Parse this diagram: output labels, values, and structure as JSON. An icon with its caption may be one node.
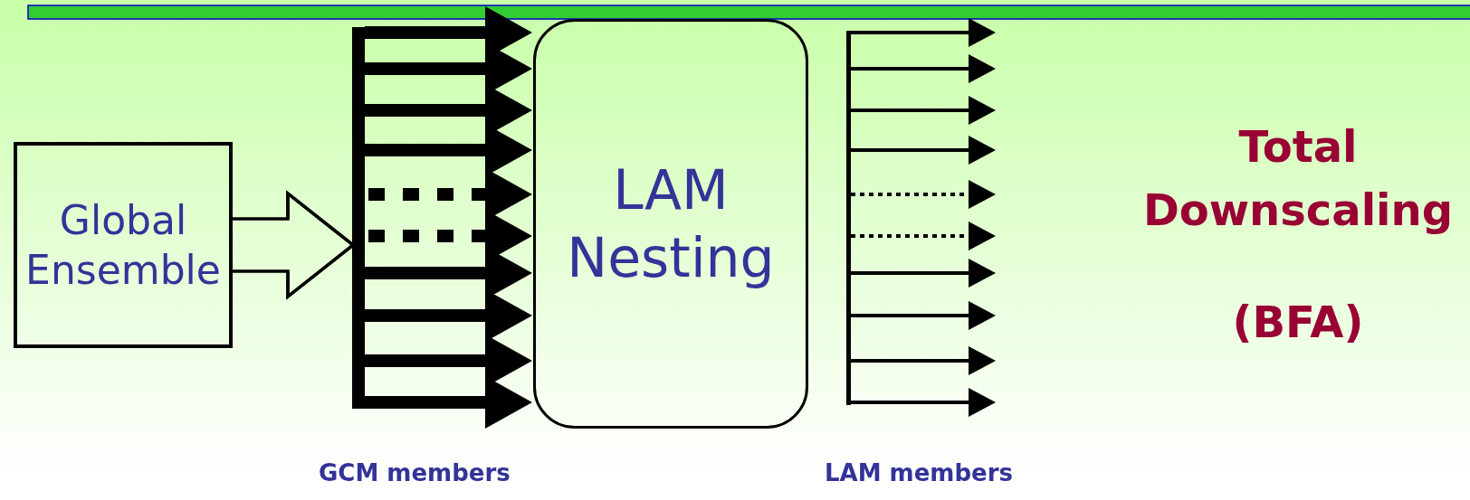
{
  "diagram": {
    "nodes": [
      {
        "text": [
          "Global Ensemble"
        ]
      },
      {
        "text": [],
        "shape": "bar",
        "beside": [
          "GCM members"
        ]
      },
      {
        "text": [
          "LAM Nesting"
        ]
      },
      {
        "text": [],
        "shape": "bar",
        "beside": [
          "LAM members"
        ]
      }
    ],
    "edges": [
      {
        "from": 0,
        "to": 1,
        "arrow": "to"
      },
      {
        "from": 1,
        "to": 2,
        "arrow": "to",
        "style": "thick"
      },
      {
        "from": 1,
        "to": 2,
        "arrow": "to",
        "style": "thick"
      },
      {
        "from": 1,
        "to": 2,
        "arrow": "to",
        "style": "thick"
      },
      {
        "from": 1,
        "to": 2,
        "arrow": "to",
        "style": "thick"
      },
      {
        "from": 1,
        "to": 2,
        "arrow": "to",
        "style": "dashed"
      },
      {
        "from": 1,
        "to": 2,
        "arrow": "to",
        "style": "dashed"
      },
      {
        "from": 1,
        "to": 2,
        "arrow": "to",
        "style": "thick"
      },
      {
        "from": 1,
        "to": 2,
        "arrow": "to",
        "style": "thick"
      },
      {
        "from": 1,
        "to": 2,
        "arrow": "to",
        "style": "thick"
      },
      {
        "from": 1,
        "to": 2,
        "arrow": "to",
        "style": "thick"
      },
      {
        "from": 3,
        "to": null,
        "arrow": "to"
      },
      {
        "from": 3,
        "to": null,
        "arrow": "to"
      },
      {
        "from": 3,
        "to": null,
        "arrow": "to"
      },
      {
        "from": 3,
        "to": null,
        "arrow": "to"
      },
      {
        "from": 3,
        "to": null,
        "arrow": "to",
        "style": "dashed"
      },
      {
        "from": 3,
        "to": null,
        "arrow": "to",
        "style": "dashed"
      },
      {
        "from": 3,
        "to": null,
        "arrow": "to"
      },
      {
        "from": 3,
        "to": null,
        "arrow": "to"
      },
      {
        "from": 3,
        "to": null,
        "arrow": "to"
      },
      {
        "from": 3,
        "to": null,
        "arrow": "to"
      }
    ],
    "labels": [
      "Total Downscaling",
      "(BFA)"
    ]
  }
}
